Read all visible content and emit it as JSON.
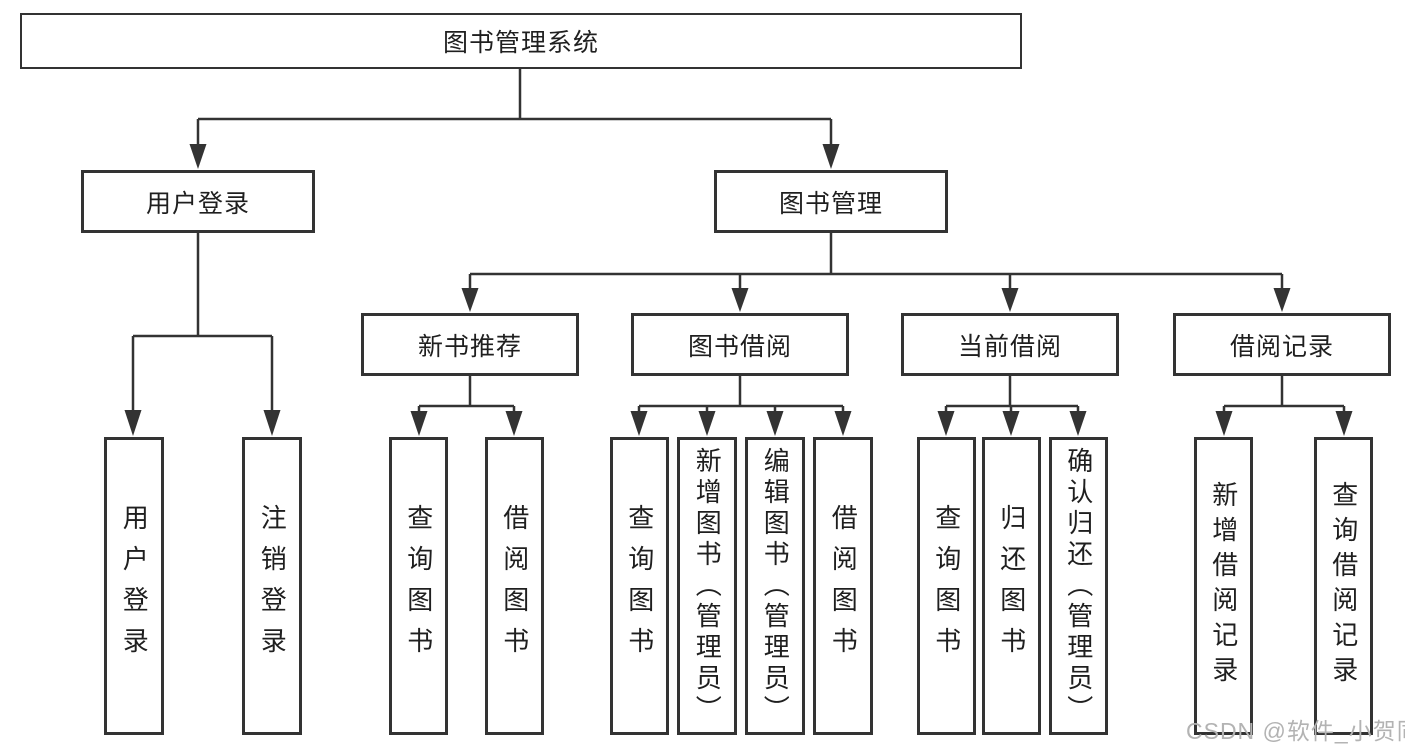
{
  "diagram": {
    "nodes": {
      "root": "图书管理系统",
      "user_login": "用户登录",
      "book_mgmt": "图书管理",
      "new_books": "新书推荐",
      "book_borrow": "图书借阅",
      "current_borrow": "当前借阅",
      "borrow_records": "借阅记录"
    },
    "leaves": {
      "user_login": [
        "用户登录",
        "注销登录"
      ],
      "new_books": [
        "查询图书",
        "借阅图书"
      ],
      "book_borrow": [
        "查询图书",
        "新增图书（管理员）",
        "编辑图书（管理员）",
        "借阅图书"
      ],
      "current_borrow": [
        "查询图书",
        "归还图书",
        "确认归还（管理员）"
      ],
      "borrow_records": [
        "新增借阅记录",
        "查询借阅记录"
      ]
    },
    "watermark": "CSDN @软件_小贺同学",
    "colors": {
      "line": "#333333",
      "text": "#1f1f1f",
      "watermark": "#b3b3b3",
      "background": "#ffffff"
    }
  }
}
